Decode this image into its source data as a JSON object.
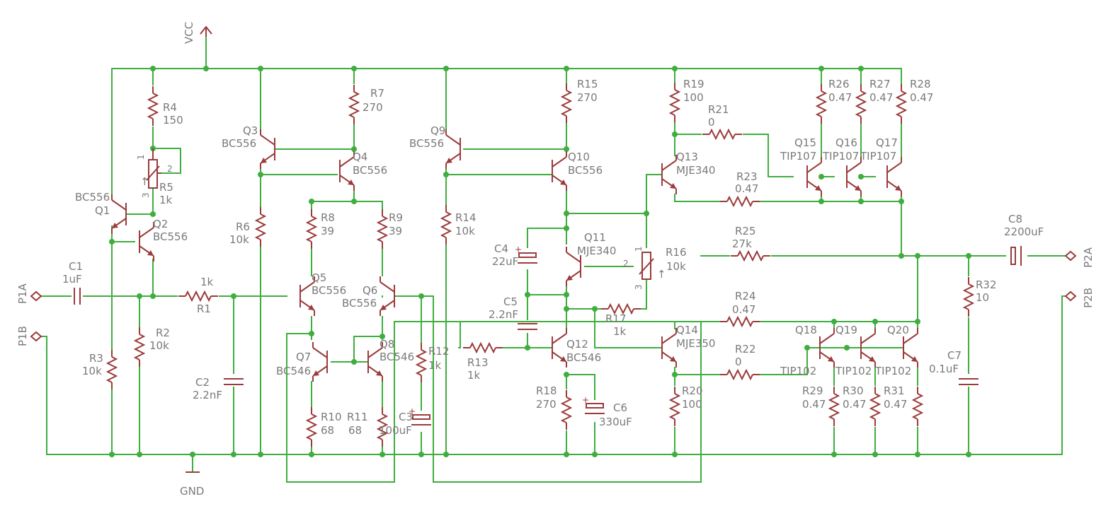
{
  "supply": {
    "vcc": "VCC",
    "gnd": "GND"
  },
  "ports": {
    "p1a": "P1A",
    "p1b": "P1B",
    "p2a": "P2A",
    "p2b": "P2B"
  },
  "components": {
    "R4": {
      "name": "R4",
      "value": "150"
    },
    "R5": {
      "name": "R5",
      "value": "1k",
      "pin1": "1",
      "pin2": "2",
      "pin3": "3"
    },
    "Q1": {
      "name": "Q1",
      "value": "BC556"
    },
    "Q2": {
      "name": "Q2",
      "value": "BC556"
    },
    "C1": {
      "name": "C1",
      "value": "1uF"
    },
    "R1": {
      "name": "R1",
      "value": "1k"
    },
    "R2": {
      "name": "R2",
      "value": "10k"
    },
    "R3": {
      "name": "R3",
      "value": "10k"
    },
    "C2": {
      "name": "C2",
      "value": "2.2nF"
    },
    "Q3": {
      "name": "Q3",
      "value": "BC556"
    },
    "Q4": {
      "name": "Q4",
      "value": "BC556"
    },
    "R6": {
      "name": "R6",
      "value": "10k"
    },
    "R7": {
      "name": "R7",
      "value": "270"
    },
    "R8": {
      "name": "R8",
      "value": "39"
    },
    "R9": {
      "name": "R9",
      "value": "39"
    },
    "Q5": {
      "name": "Q5",
      "value": "BC556"
    },
    "Q6": {
      "name": "Q6",
      "value": "BC556"
    },
    "Q7": {
      "name": "Q7",
      "value": "BC546"
    },
    "Q8": {
      "name": "Q8",
      "value": "BC546"
    },
    "R10": {
      "name": "R10",
      "value": "68"
    },
    "R11": {
      "name": "R11",
      "value": "68"
    },
    "R12": {
      "name": "R12",
      "value": "1k"
    },
    "C3": {
      "name": "C3",
      "value": "100uF"
    },
    "Q9": {
      "name": "Q9",
      "value": "BC556"
    },
    "Q10": {
      "name": "Q10",
      "value": "BC556"
    },
    "R14": {
      "name": "R14",
      "value": "10k"
    },
    "R15": {
      "name": "R15",
      "value": "270"
    },
    "R13": {
      "name": "R13",
      "value": "1k"
    },
    "C4": {
      "name": "C4",
      "value": "22uF"
    },
    "C5": {
      "name": "C5",
      "value": "2.2nF"
    },
    "Q11": {
      "name": "Q11",
      "value": "MJE340"
    },
    "Q12": {
      "name": "Q12",
      "value": "BC546"
    },
    "R16": {
      "name": "R16",
      "value": "10k",
      "pin1": "1",
      "pin2": "2",
      "pin3": "3"
    },
    "R17": {
      "name": "R17",
      "value": "1k"
    },
    "R18": {
      "name": "R18",
      "value": "270"
    },
    "C6": {
      "name": "C6",
      "value": "330uF"
    },
    "R19": {
      "name": "R19",
      "value": "100"
    },
    "R20": {
      "name": "R20",
      "value": "100"
    },
    "R21": {
      "name": "R21",
      "value": "0"
    },
    "R22": {
      "name": "R22",
      "value": "0"
    },
    "R23": {
      "name": "R23",
      "value": "0.47"
    },
    "R24": {
      "name": "R24",
      "value": "0.47"
    },
    "R25": {
      "name": "R25",
      "value": "27k"
    },
    "Q13": {
      "name": "Q13",
      "value": "MJE340"
    },
    "Q14": {
      "name": "Q14",
      "value": "MJE350"
    },
    "Q15": {
      "name": "Q15",
      "value": "TIP107"
    },
    "Q16": {
      "name": "Q16",
      "value": "TIP107"
    },
    "Q17": {
      "name": "Q17",
      "value": "TIP107"
    },
    "Q18": {
      "name": "Q18",
      "value": "TIP102"
    },
    "Q19": {
      "name": "Q19",
      "value": "TIP102"
    },
    "Q20": {
      "name": "Q20",
      "value": "TIP102"
    },
    "R26": {
      "name": "R26",
      "value": "0.47"
    },
    "R27": {
      "name": "R27",
      "value": "0.47"
    },
    "R28": {
      "name": "R28",
      "value": "0.47"
    },
    "R29": {
      "name": "R29",
      "value": "0.47"
    },
    "R30": {
      "name": "R30",
      "value": "0.47"
    },
    "R31": {
      "name": "R31",
      "value": "0.47"
    },
    "R32": {
      "name": "R32",
      "value": "10"
    },
    "C7": {
      "name": "C7",
      "value": "0.1uF"
    },
    "C8": {
      "name": "C8",
      "value": "2200uF"
    }
  },
  "colors": {
    "wire": "#3fae3f",
    "part": "#9b3b3b",
    "label": "#7a7a7a"
  }
}
